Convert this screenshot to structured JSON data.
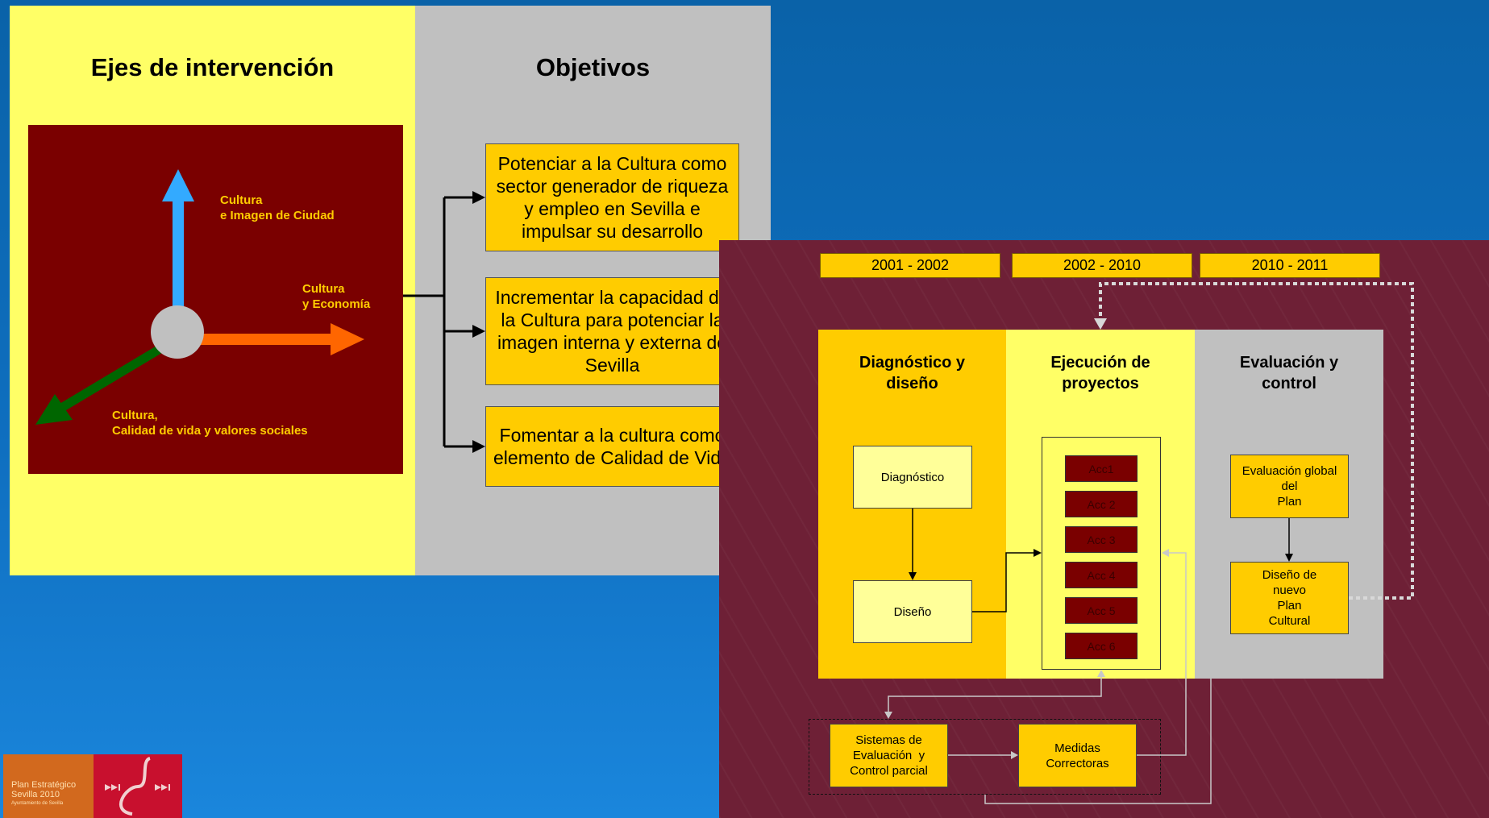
{
  "left": {
    "heading_axes": "Ejes de intervención",
    "heading_objectives": "Objetivos",
    "axis_up": "Cultura\ne Imagen de Ciudad",
    "axis_right": "Cultura\ny Economía",
    "axis_diag": "Cultura,\nCalidad de vida y valores sociales",
    "objectives": [
      "Potenciar a la Cultura como sector generador de riqueza y empleo en Sevilla e impulsar su desarrollo",
      "Incrementar la capacidad de la Cultura para potenciar la imagen interna y externa de Sevilla",
      "Fomentar a la cultura como elemento de Calidad de Vida"
    ]
  },
  "right": {
    "years": [
      "2001 - 2002",
      "2002 - 2010",
      "2010 - 2011"
    ],
    "columns": [
      "Diagnóstico y\ndiseño",
      "Ejecución de\nproyectos",
      "Evaluación y\ncontrol"
    ],
    "diagnostico": "Diagnóstico",
    "diseno": "Diseño",
    "acciones": [
      "Acc1",
      "Acc 2",
      "Acc 3",
      "Acc 4",
      "Acc 5",
      "Acc 6"
    ],
    "evaluacion_global": "Evaluación global\ndel\nPlan",
    "diseno_nuevo": "Diseño de\nnuevo\nPlan\nCultural",
    "sistemas": "Sistemas de\nEvaluación  y\nControl parcial",
    "medidas": "Medidas\nCorrectoras"
  },
  "logo": {
    "title": "Plan Estratégico\nSevilla 2010",
    "subtitle": "Ayuntamiento de Sevilla"
  },
  "colors": {
    "yellow": "#ffff66",
    "gold": "#ffcc00",
    "gray": "#c0c0c0",
    "maroon": "#7a0000",
    "arrow_blue": "#33aaff",
    "arrow_orange": "#ff6600",
    "arrow_green": "#006600"
  }
}
